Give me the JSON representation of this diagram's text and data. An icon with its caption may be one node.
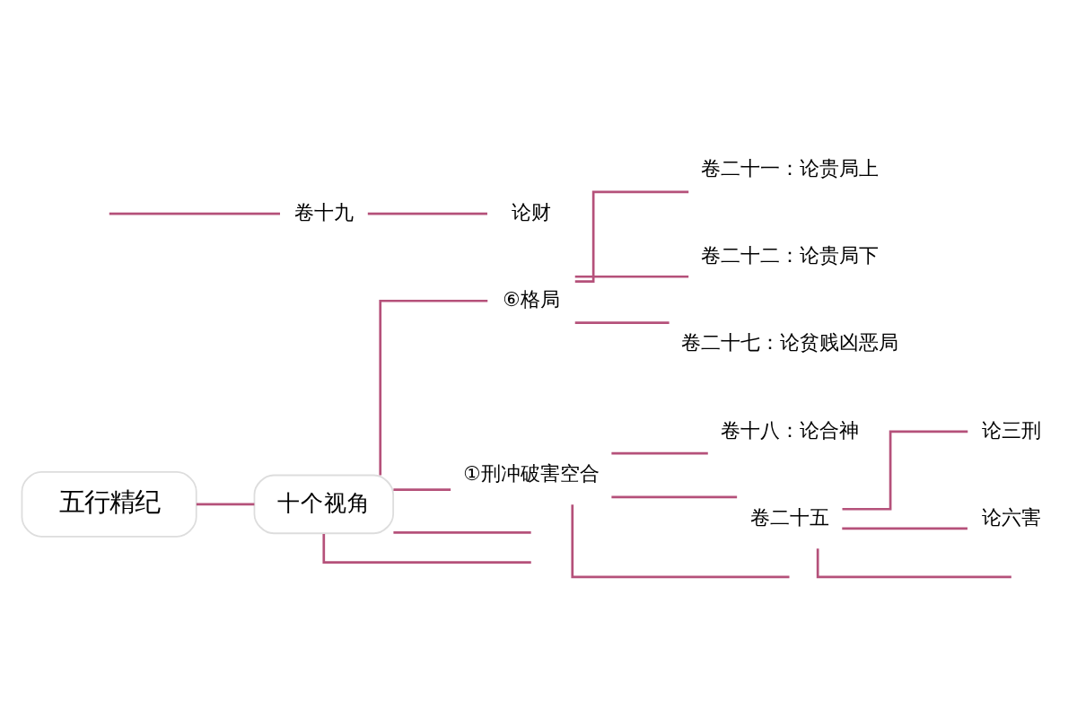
{
  "diagram": {
    "nodes": [
      {
        "text": [
          "五行精纪"
        ]
      },
      {
        "text": [
          "十个视角"
        ]
      },
      {
        "text": [
          "卷十九"
        ]
      },
      {
        "text": [
          "论财"
        ]
      },
      {
        "text": [
          "⑥格局"
        ]
      },
      {
        "text": [
          "卷二十一：论贵局上"
        ]
      },
      {
        "text": [
          "卷二十二：论贵局下"
        ]
      },
      {
        "text": [
          "卷二十七：论贫贱凶恶局"
        ]
      },
      {
        "text": [
          "①刑冲破害空合"
        ]
      },
      {
        "text": [
          "卷十八：论合神"
        ]
      },
      {
        "text": [
          "卷二十五"
        ]
      },
      {
        "text": [
          "论三刑"
        ]
      },
      {
        "text": [
          "论六害"
        ]
      }
    ],
    "edges": [
      {
        "from": 0,
        "to": 1,
        "arrow": "none"
      },
      {
        "from": 1,
        "to": null,
        "arrow": "none"
      },
      {
        "from": null,
        "to": 2,
        "arrow": "none"
      },
      {
        "from": 2,
        "to": 3,
        "arrow": "none"
      },
      {
        "from": 1,
        "to": 4,
        "arrow": "none"
      },
      {
        "from": 4,
        "to": 5,
        "arrow": "none"
      },
      {
        "from": 4,
        "to": 6,
        "arrow": "none"
      },
      {
        "from": 4,
        "to": 7,
        "arrow": "none"
      },
      {
        "from": 1,
        "to": 8,
        "arrow": "none"
      },
      {
        "from": 1,
        "to": null,
        "arrow": "none"
      },
      {
        "from": 8,
        "to": 9,
        "arrow": "none"
      },
      {
        "from": 8,
        "to": 10,
        "arrow": "none"
      },
      {
        "from": 8,
        "to": null,
        "arrow": "none"
      },
      {
        "from": 10,
        "to": 11,
        "arrow": "none"
      },
      {
        "from": 10,
        "to": 12,
        "arrow": "none"
      },
      {
        "from": 10,
        "to": null,
        "arrow": "none"
      }
    ]
  }
}
